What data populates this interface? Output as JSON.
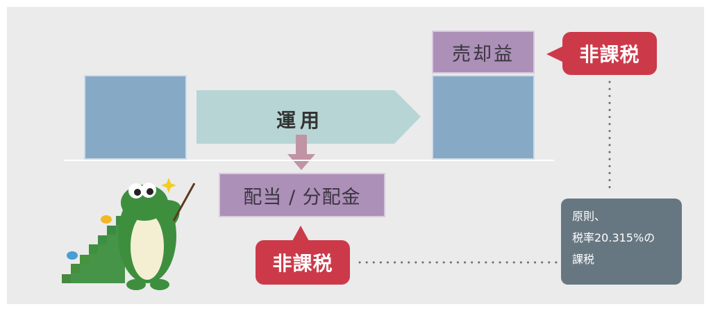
{
  "diagram": {
    "operation_label": "運用",
    "gain_label": "売却益",
    "dividend_label": "配当 / 分配金",
    "tax_free_top": "非課税",
    "tax_free_bottom": "非課税",
    "note_line1": "原則、",
    "note_line2": "税率20.315%の",
    "note_line3": "課税"
  },
  "colors": {
    "blue_box": "#86a9c6",
    "arrow": "#b7d5d5",
    "purple_box": "#ac90b8",
    "down_arrow": "#c094a4",
    "red_badge": "#cc3a4a",
    "note_box": "#677782",
    "mascot_green": "#3d8f3e"
  },
  "icons": {
    "mascot": "crocodile-teacher-mascot-icon",
    "sparkle": "sparkle-icon"
  }
}
